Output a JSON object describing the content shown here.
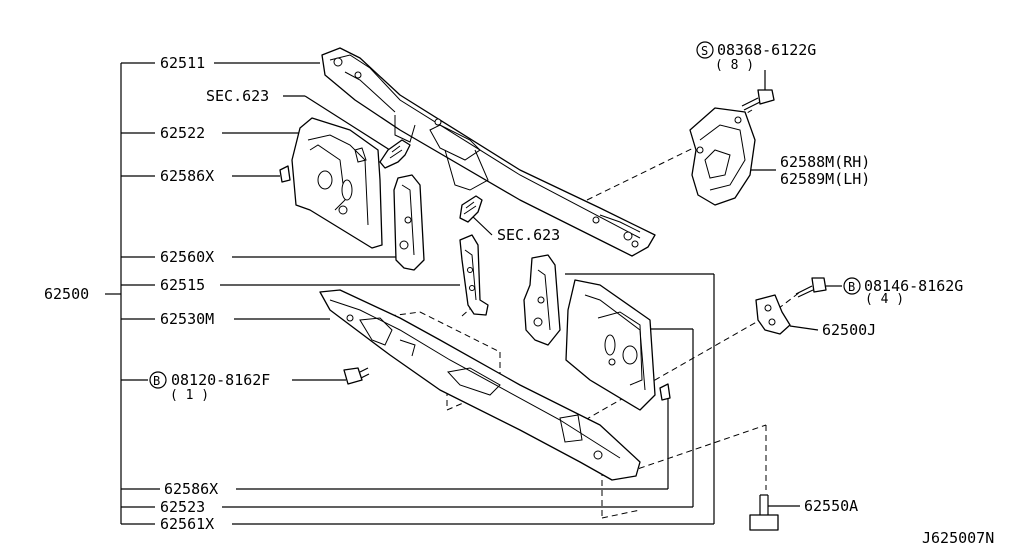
{
  "labels": {
    "p62511": "62511",
    "sec623_top": "SEC.623",
    "p62522": "62522",
    "p62586x_upper": "62586X",
    "p62560x": "62560X",
    "sec623_mid": "SEC.623",
    "p62515": "62515",
    "p62500": "62500",
    "p62530m": "62530M",
    "bolt_left_code": "08120-8162F",
    "bolt_left_qty": "( 1 )",
    "bolt_left_prefix": "B",
    "p62586x_lower": "62586X",
    "p62523": "62523",
    "p62561x": "62561X",
    "screw_top_prefix": "S",
    "screw_top_code": "08368-6122G",
    "screw_top_qty": "( 8 )",
    "p62588m": "62588M(RH)",
    "p62589m": "62589M(LH)",
    "bolt_right_prefix": "B",
    "bolt_right_code": "08146-8162G",
    "bolt_right_qty": "( 4 )",
    "p62500j": "62500J",
    "p62550a": "62550A",
    "diagram_code": "J625007N"
  }
}
